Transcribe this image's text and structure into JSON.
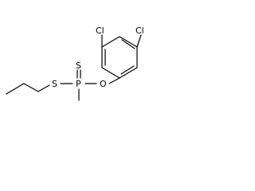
{
  "molecule": {
    "atoms": {
      "cl_top": "Cl",
      "cl_ortho": "Cl",
      "o": "O",
      "p": "P",
      "s_thione": "S",
      "s_thiol": "S"
    },
    "colors": {
      "bond": "#000000",
      "label": "#000000",
      "background": "#ffffff"
    }
  }
}
